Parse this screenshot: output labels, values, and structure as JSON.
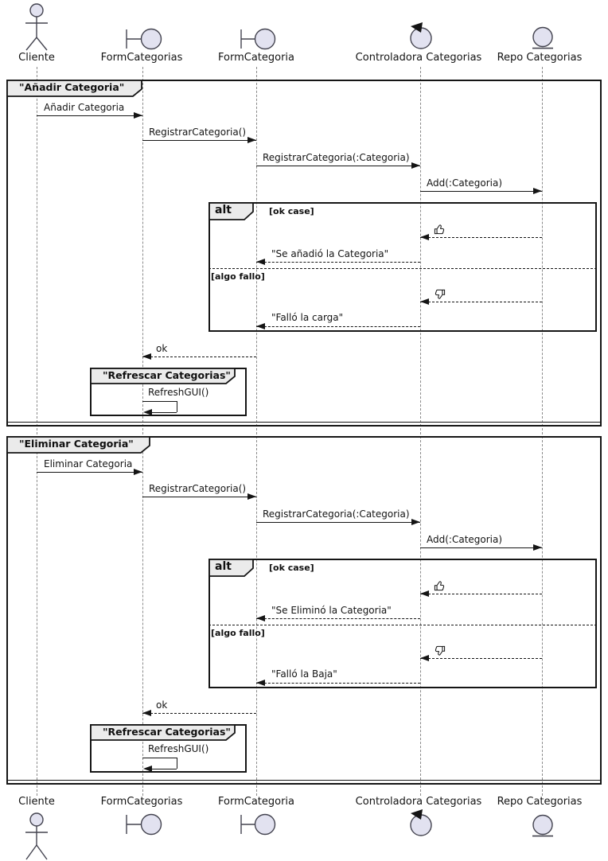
{
  "participants": [
    {
      "label": "Cliente",
      "icon": "actor-icon"
    },
    {
      "label": "FormCategorias",
      "icon": "boundary-icon"
    },
    {
      "label": "FormCategoria",
      "icon": "boundary-icon"
    },
    {
      "label": "Controladora Categorias",
      "icon": "control-icon"
    },
    {
      "label": "Repo Categorias",
      "icon": "entity-icon"
    }
  ],
  "frame1": {
    "title": "\"Añadir Categoria\"",
    "msg_action": "Añadir Categoria",
    "msg_register": "RegistrarCategoria()",
    "msg_register_param": "RegistrarCategoria(:Categoria)",
    "msg_add_param": "Add(:Categoria)",
    "alt_operator": "alt",
    "guard_ok": "[ok case]",
    "guard_else": "[algo fallo]",
    "icon_ok": "thumbs-up-icon",
    "icon_fail": "thumbs-down-icon",
    "reply_ok": "\"Se añadió la Categoria\"",
    "reply_fail": "\"Falló la carga\"",
    "msg_ok": "ok",
    "subframe_title": "\"Refrescar Categorias\"",
    "msg_refresh": "RefreshGUI()"
  },
  "frame2": {
    "title": "\"Eliminar Categoria\"",
    "msg_action": "Eliminar Categoria",
    "msg_register": "RegistrarCategoria()",
    "msg_register_param": "RegistrarCategoria(:Categoria)",
    "msg_add_param": "Add(:Categoria)",
    "alt_operator": "alt",
    "guard_ok": "[ok case]",
    "guard_else": "[algo fallo]",
    "icon_ok": "thumbs-up-icon",
    "icon_fail": "thumbs-down-icon",
    "reply_ok": "\"Se Eliminó la Categoria\"",
    "reply_fail": "\"Falló la Baja\"",
    "msg_ok": "ok",
    "subframe_title": "\"Refrescar Categorias\"",
    "msg_refresh": "RefreshGUI()"
  },
  "colors": {
    "participant_fill": "#E2E2F0",
    "tab_fill": "#EBEBEB",
    "line": "#151515",
    "lifeline": "#8A8A8A"
  }
}
